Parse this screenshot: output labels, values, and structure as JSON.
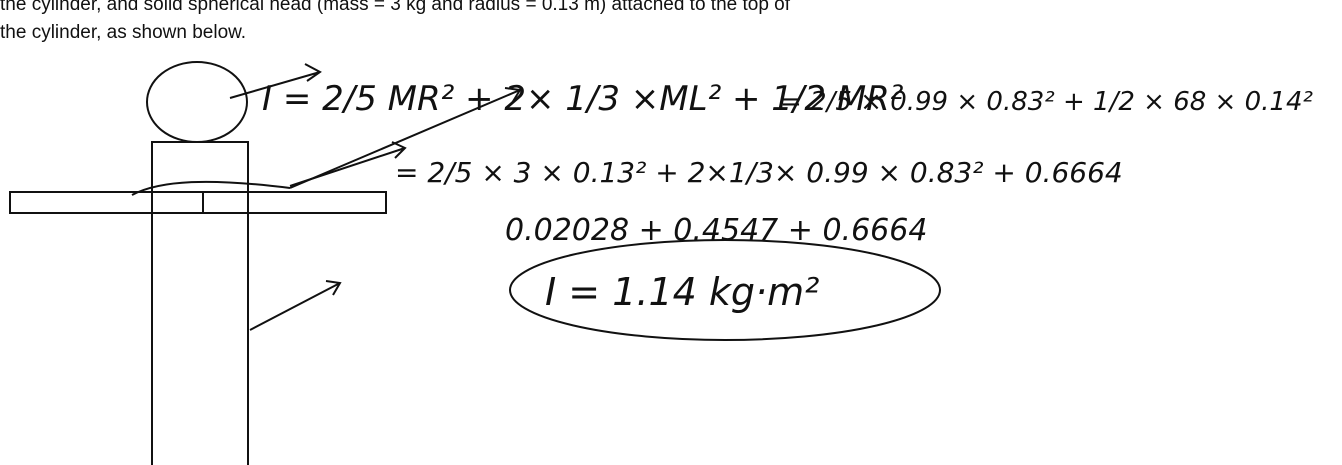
{
  "printed_text": {
    "line1": "the cylinder, and solid spherical head (mass = 3 kg and radius = 0.13 m) attached to the top of",
    "line2": "the cylinder, as shown below."
  },
  "handwriting": {
    "line1": "I = 2/5 MR² + 2× 1/3 ×ML² + 1/2 MR²",
    "line1_sub": "= 2/5 × 0.99 × 0.83² + 1/2 × 68 × 0.14²",
    "line2": "= 2/5 × 3 × 0.13² + 2×1/3× 0.99 × 0.83² + 0.6664",
    "line3": "0.02028 + 0.4547 + 0.6664",
    "result": "I = 1.14 kg·m²"
  },
  "colors": {
    "ink": "#111111",
    "background": "#ffffff"
  }
}
